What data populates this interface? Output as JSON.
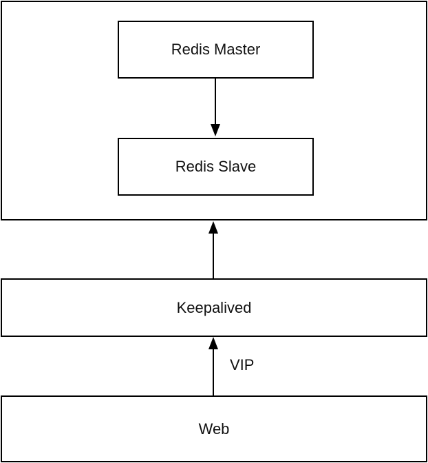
{
  "nodes": {
    "redis_master": "Redis Master",
    "redis_slave": "Redis Slave",
    "keepalived": "Keepalived",
    "web": "Web"
  },
  "edges": {
    "web_to_keepalived_label": "VIP"
  }
}
